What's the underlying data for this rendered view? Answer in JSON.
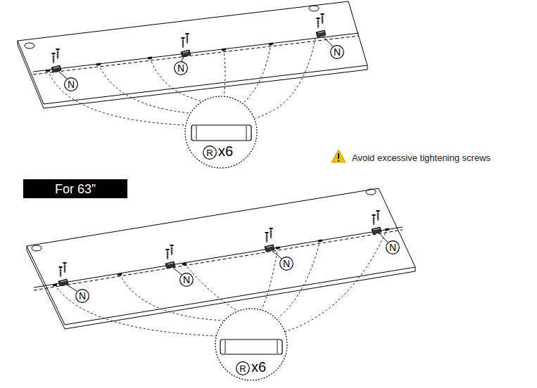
{
  "diagram": {
    "nodes": [
      {
        "text": [
          "N"
        ]
      },
      {
        "text": [
          "N"
        ]
      },
      {
        "text": [
          "N"
        ]
      },
      {
        "text": [
          "x6"
        ]
      },
      {
        "text": [
          "R"
        ],
        "in": 3
      },
      {
        "text": [
          "For 63”"
        ]
      },
      {
        "text": [
          "N"
        ]
      },
      {
        "text": [
          "N"
        ]
      },
      {
        "text": [
          "N"
        ]
      },
      {
        "text": [
          "N"
        ]
      },
      {
        "text": [
          "x6"
        ]
      },
      {
        "text": [
          "R"
        ],
        "in": 10
      }
    ],
    "labels": [
      "Avoid excessive tightening screws"
    ]
  }
}
